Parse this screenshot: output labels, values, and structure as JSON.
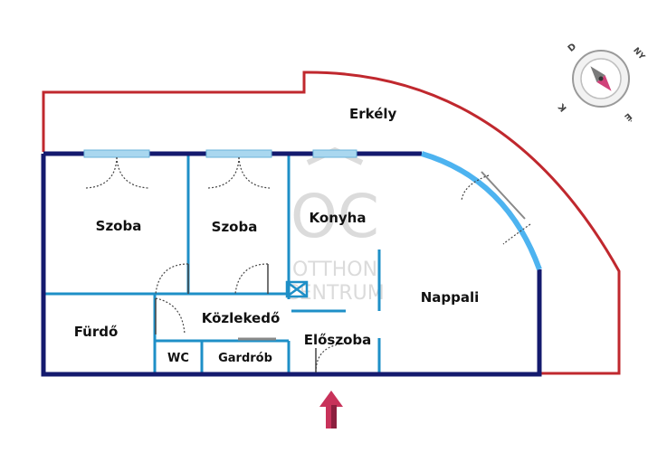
{
  "plan": {
    "rooms": {
      "erkely": "Erkély",
      "szoba1": "Szoba",
      "szoba2": "Szoba",
      "konyha": "Konyha",
      "nappali": "Nappali",
      "furdo": "Fürdő",
      "kozlekedo": "Közlekedő",
      "eloszoba": "Előszoba",
      "wc": "WC",
      "gardrob": "Gardrób"
    },
    "watermark": {
      "logo": "OC",
      "line1": "OTTHON",
      "line2": "CENTRUM"
    },
    "compass": {
      "north": "D",
      "east": "NY",
      "west": "K",
      "south": "É"
    }
  },
  "colors": {
    "outer_wall": "#141a6e",
    "inner_wall": "#1e8fc7",
    "balcony": "#c0282e",
    "window": "#4db3f0",
    "entrance_arrow": "#c8325a"
  }
}
